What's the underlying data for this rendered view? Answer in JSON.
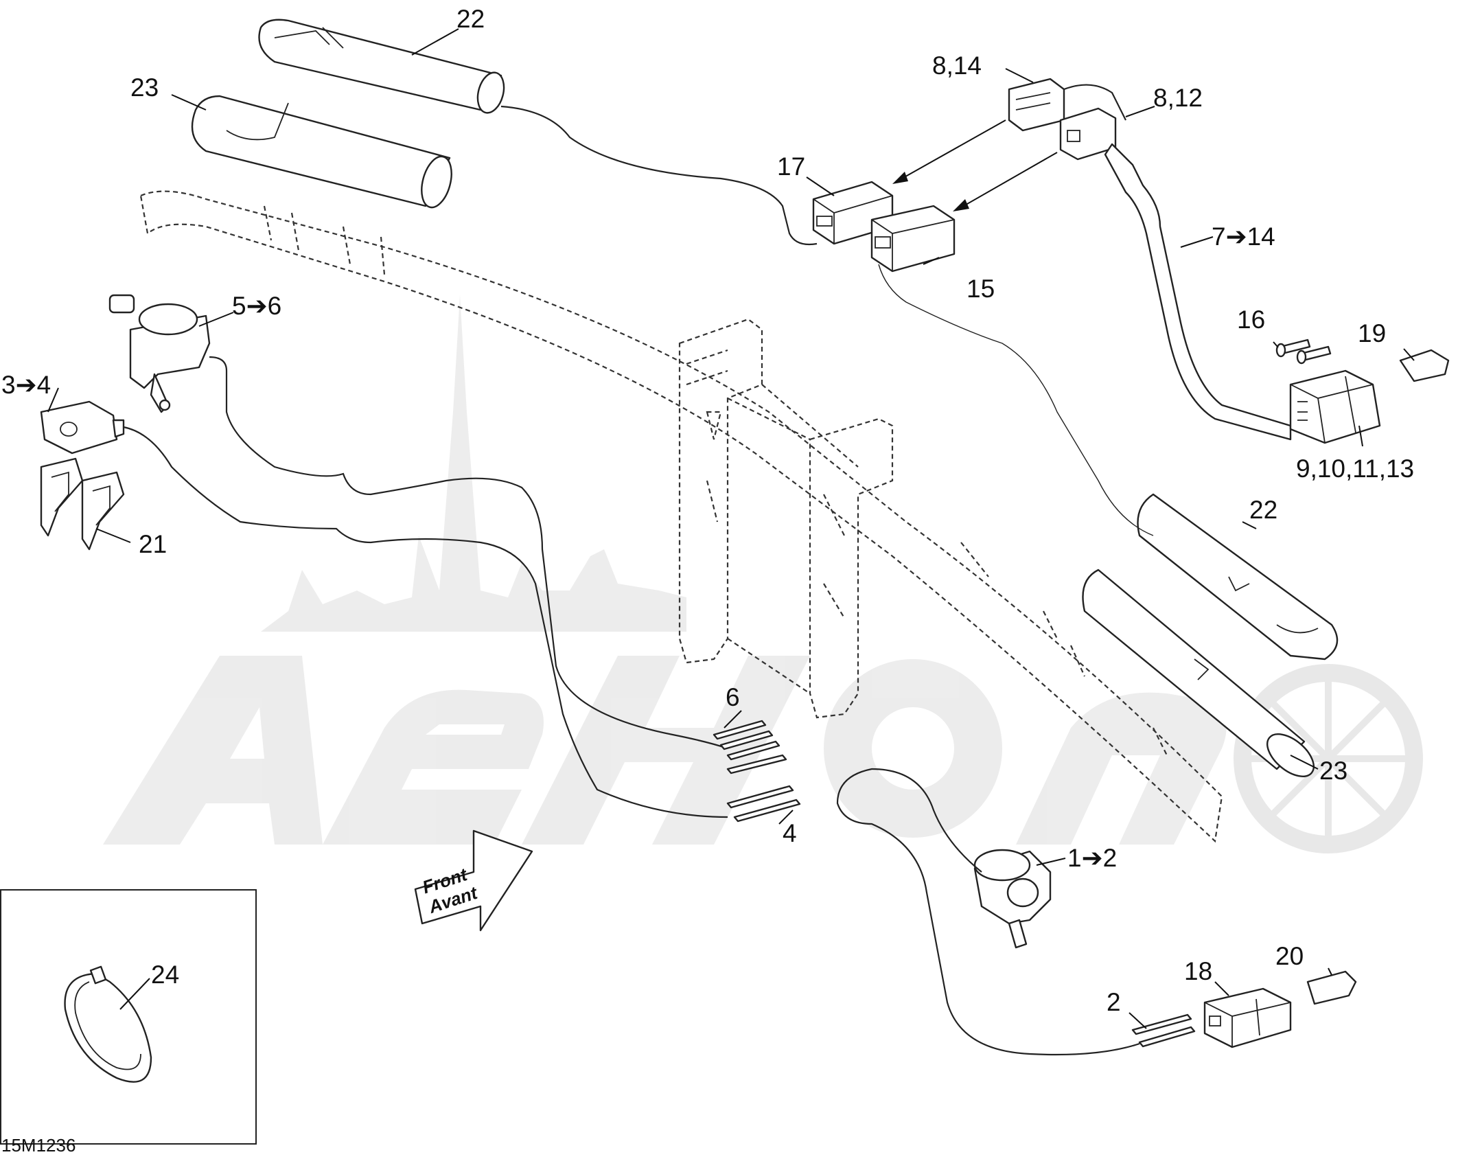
{
  "diagram": {
    "figure_code": "15M1236",
    "direction_label": {
      "line1": "Front",
      "line2": "Avant"
    },
    "watermark": "AenMoto",
    "callouts": [
      {
        "id": "c22a",
        "text": "22"
      },
      {
        "id": "c23a",
        "text": "23"
      },
      {
        "id": "c814",
        "text": "8,14"
      },
      {
        "id": "c812",
        "text": "8,12"
      },
      {
        "id": "c17",
        "text": "17"
      },
      {
        "id": "c15",
        "text": "15"
      },
      {
        "id": "c714",
        "text": "7➔14"
      },
      {
        "id": "c56",
        "text": "5➔6"
      },
      {
        "id": "c34",
        "text": "3➔4"
      },
      {
        "id": "c21",
        "text": "21"
      },
      {
        "id": "c16",
        "text": "16"
      },
      {
        "id": "c19",
        "text": "19"
      },
      {
        "id": "c9101113",
        "text": "9,10,11,13"
      },
      {
        "id": "c22b",
        "text": "22"
      },
      {
        "id": "c23b",
        "text": "23"
      },
      {
        "id": "c6",
        "text": "6"
      },
      {
        "id": "c4",
        "text": "4"
      },
      {
        "id": "c12",
        "text": "1➔2"
      },
      {
        "id": "c2",
        "text": "2"
      },
      {
        "id": "c18",
        "text": "18"
      },
      {
        "id": "c20",
        "text": "20"
      },
      {
        "id": "c24",
        "text": "24"
      }
    ]
  }
}
